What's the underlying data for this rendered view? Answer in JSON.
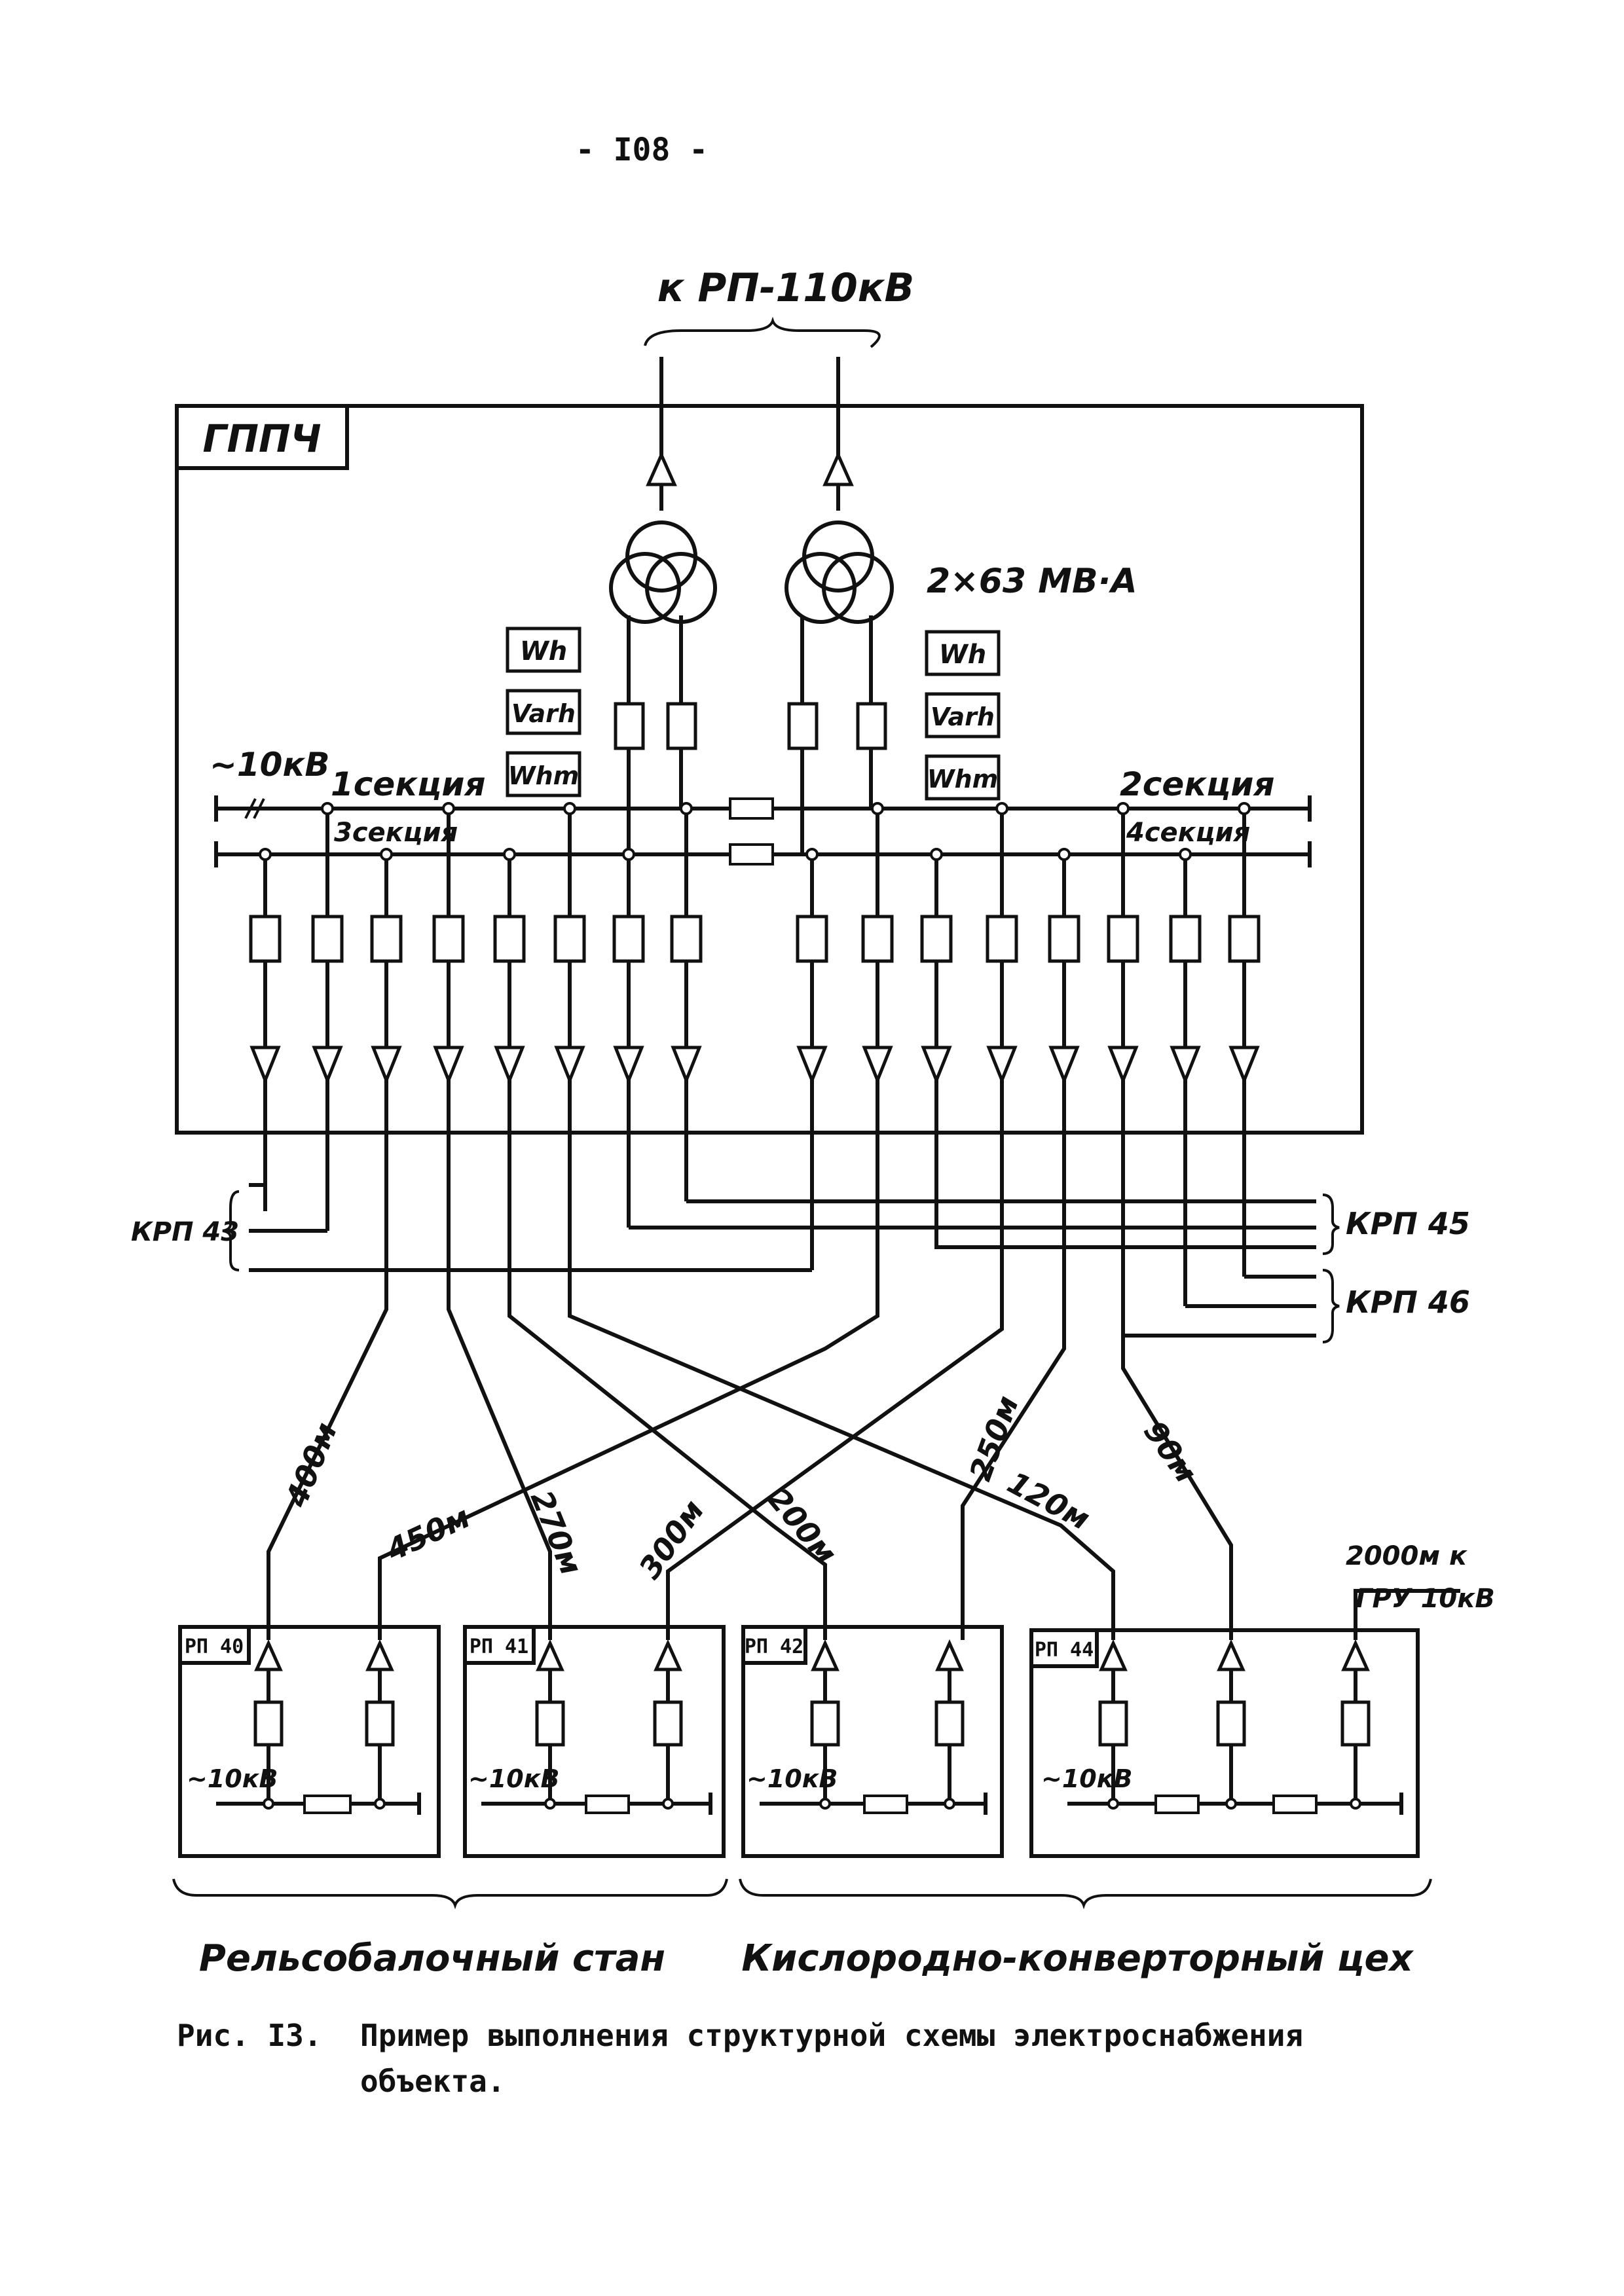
{
  "page_number": "- I08 -",
  "top_feed_label": "к РП-110кВ",
  "main_station": {
    "name": "ГППЧ",
    "transformer_rating": "2×63 МВ·А",
    "bus_voltage": "~10кВ",
    "sections": [
      "1секция",
      "2секция",
      "3секция",
      "4секция"
    ],
    "meters": [
      "Wh",
      "Varh",
      "Whm"
    ]
  },
  "external_points": {
    "left": "КРП 43",
    "right_upper": "КРП 45",
    "right_lower": "КРП 46"
  },
  "cable_lengths": [
    "400м",
    "450м",
    "270м",
    "300м",
    "200м",
    "250м",
    "120м",
    "90м"
  ],
  "extra_link": {
    "length": "2000м к",
    "target": "ГРУ 10кВ"
  },
  "substations": [
    {
      "name": "РП 40",
      "voltage": "~10кВ"
    },
    {
      "name": "РП 41",
      "voltage": "~10кВ"
    },
    {
      "name": "РП 42",
      "voltage": "~10кВ"
    },
    {
      "name": "РП 44",
      "voltage": "~10кВ"
    }
  ],
  "groups": [
    "Рельсобалочный стан",
    "Кислородно-конверторный цех"
  ],
  "caption": {
    "label": "Рис. I3.",
    "text_line1": "Пример выполнения структурной схемы электроснабжения",
    "text_line2": "объекта."
  }
}
